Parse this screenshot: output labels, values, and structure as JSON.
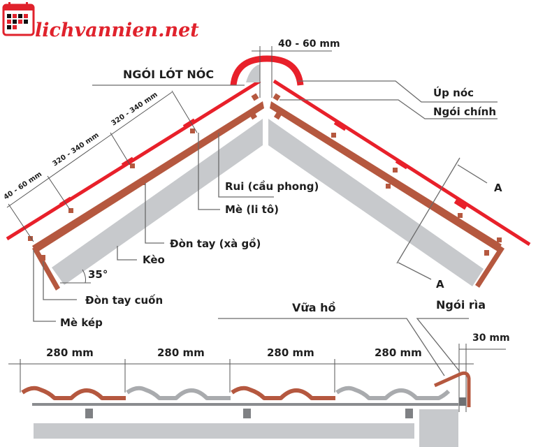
{
  "logo": {
    "text": "lichvannien.net",
    "color": "#e0222c"
  },
  "colors": {
    "tile_red": "#e8202a",
    "batten_brown": "#b5583f",
    "rafter_gray": "#c7c9cc",
    "leader_gray": "#6a6a6a",
    "text_dark": "#1e1e1e"
  },
  "roof_section": {
    "ridge_gap": "40 - 60 mm",
    "ridge_lining_label": "NGÓI LÓT NÓC",
    "slope_dims": [
      "40 - 60 mm",
      "320 - 340 mm",
      "320 - 340 mm"
    ],
    "angle": "35°",
    "labels": {
      "ridge_cap": "Úp nóc",
      "main_tile": "Ngói chính",
      "rafter": "Rui (cầu phong)",
      "batten": "Mè (li tô)",
      "purlin": "Đòn tay (xà gồ)",
      "truss": "Kèo",
      "eave_purlin": "Đòn tay cuốn",
      "double_batten": "Mè kép",
      "section_a_top": "A",
      "section_a_bottom": "A"
    }
  },
  "tile_section": {
    "mortar_label": "Vữa hồ",
    "edge_tile_label": "Ngói rìa",
    "edge_gap": "30 mm",
    "tile_widths": [
      "280 mm",
      "280 mm",
      "280 mm",
      "280 mm"
    ]
  }
}
